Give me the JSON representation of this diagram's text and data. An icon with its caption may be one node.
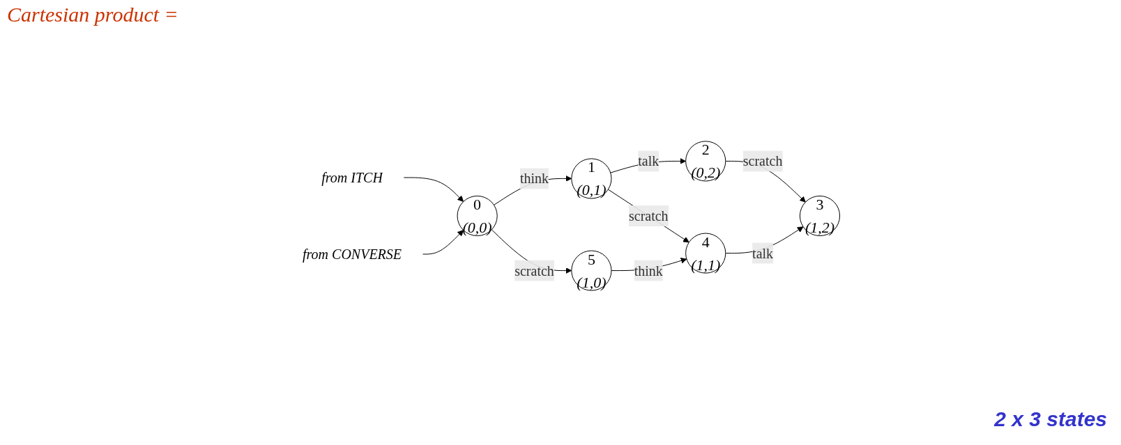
{
  "diagram": {
    "title": "Cartesian product =",
    "nodes": [
      {
        "text": [
          "0",
          "(0,0)"
        ]
      },
      {
        "text": [
          "1",
          "(0,1)"
        ]
      },
      {
        "text": [
          "2",
          "(0,2)"
        ]
      },
      {
        "text": [
          "3",
          "(1,2)"
        ]
      },
      {
        "text": [
          "4",
          "(1,1)"
        ]
      },
      {
        "text": [
          "5",
          "(1,0)"
        ]
      },
      {
        "text": [
          "from ITCH"
        ]
      },
      {
        "text": [
          "from CONVERSE"
        ]
      }
    ],
    "edges": [
      {
        "from": 0,
        "to": 5,
        "label": "scratch",
        "arrow": "to"
      },
      {
        "from": 1,
        "to": 4,
        "label": "scratch",
        "arrow": "to"
      },
      {
        "from": 0,
        "to": 1,
        "label": "think",
        "arrow": "to"
      },
      {
        "from": 1,
        "to": 2,
        "label": "talk",
        "arrow": "to"
      },
      {
        "from": 2,
        "to": 3,
        "label": "scratch",
        "arrow": "to"
      },
      {
        "from": 4,
        "to": 3,
        "label": "talk",
        "arrow": "to"
      },
      {
        "from": 5,
        "to": 4,
        "label": "think",
        "arrow": "to"
      },
      {
        "from": 6,
        "to": 0,
        "arrow": "to"
      },
      {
        "from": 7,
        "to": 0,
        "arrow": "to"
      }
    ],
    "labels": [
      "2 x 3 states"
    ]
  }
}
